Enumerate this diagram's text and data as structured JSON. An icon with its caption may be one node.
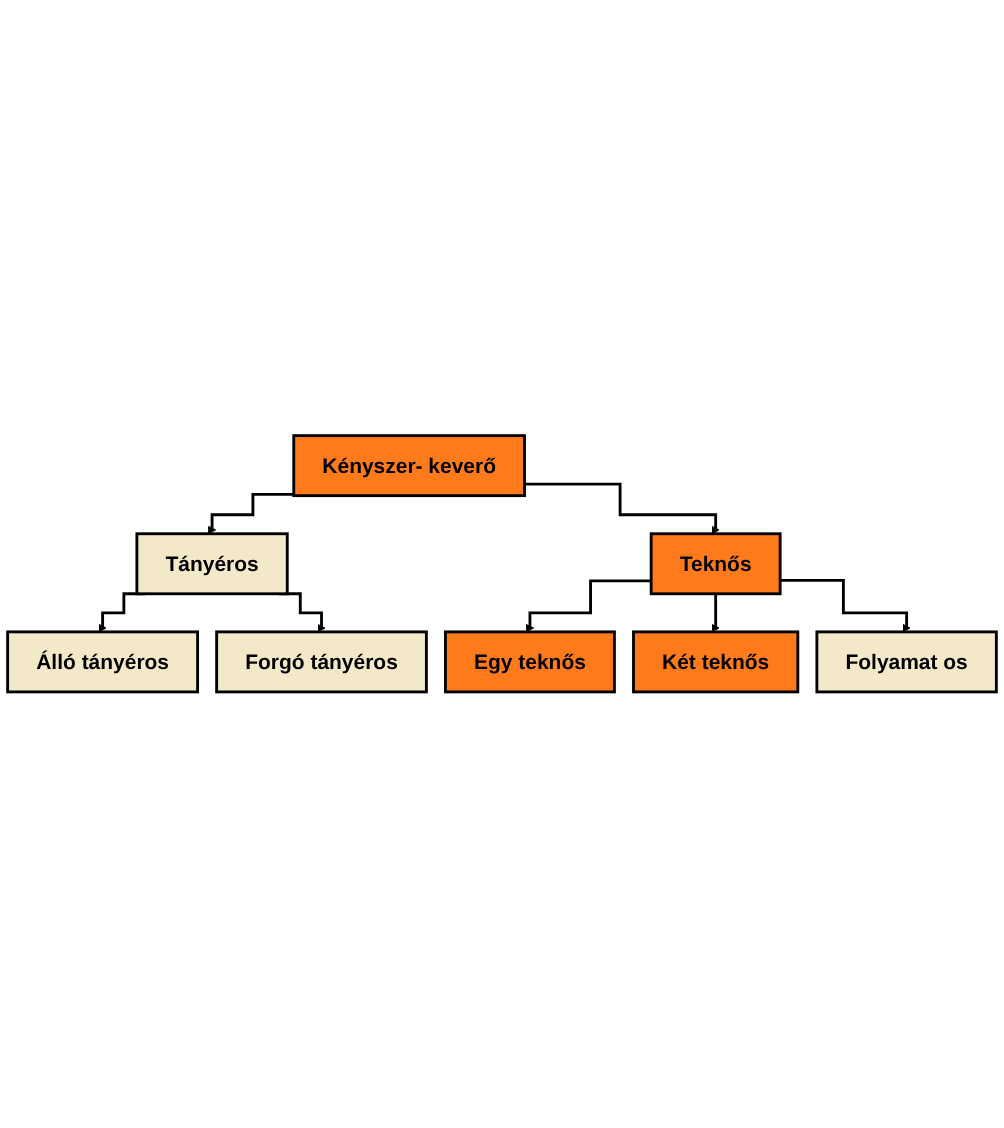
{
  "diagram": {
    "nodes": [
      {
        "text": [
          "Kényszer- keverő"
        ]
      },
      {
        "text": [
          "Tányéros"
        ]
      },
      {
        "text": [
          "Teknős"
        ]
      },
      {
        "text": [
          "Álló tányéros"
        ]
      },
      {
        "text": [
          "Forgó tányéros"
        ]
      },
      {
        "text": [
          "Egy teknős"
        ]
      },
      {
        "text": [
          "Két teknős"
        ]
      },
      {
        "text": [
          "Folyamat os"
        ]
      }
    ],
    "edges": [
      {
        "from": 0,
        "to": 1,
        "arrow": "to"
      },
      {
        "from": 0,
        "to": 2,
        "arrow": "to"
      },
      {
        "from": 1,
        "to": 3,
        "arrow": "to"
      },
      {
        "from": 1,
        "to": 4,
        "arrow": "to"
      },
      {
        "from": 2,
        "to": 5,
        "arrow": "to"
      },
      {
        "from": 2,
        "to": 6,
        "arrow": "to"
      },
      {
        "from": 2,
        "to": 7,
        "arrow": "to"
      }
    ]
  }
}
